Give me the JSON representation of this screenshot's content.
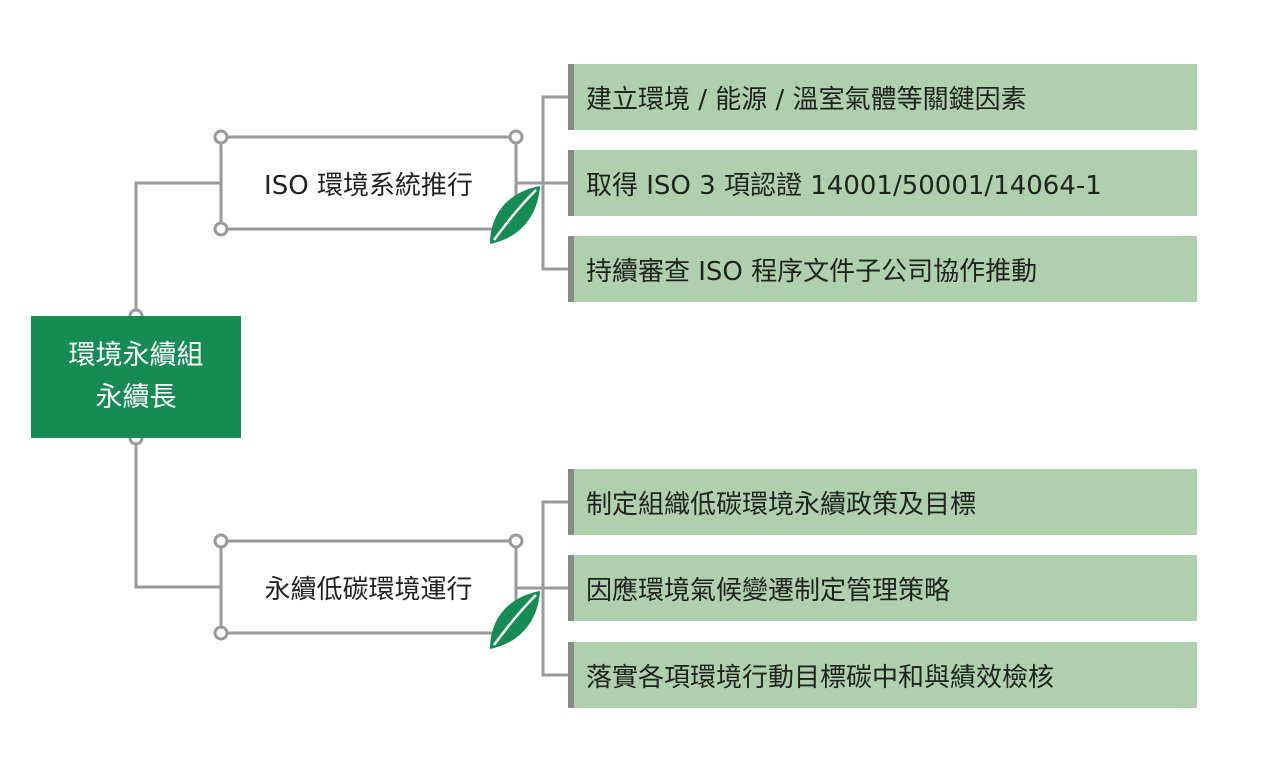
{
  "root": {
    "line1": "環境永續組",
    "line2": "永續長"
  },
  "branches": [
    {
      "label": "ISO 環境系統推行",
      "items": [
        "建立環境 / 能源 / 溫室氣體等關鍵因素",
        "取得 ISO 3 項認證 14001/50001/14064-1",
        "持續審查 ISO 程序文件子公司協作推動"
      ]
    },
    {
      "label": "永續低碳環境運行",
      "items": [
        "制定組織低碳環境永續政策及目標",
        "因應環境氣候變遷制定管理策略",
        "落實各項環境行動目標碳中和與績效檢核"
      ]
    }
  ],
  "colors": {
    "root_fill": "#168b54",
    "item_fill": "#afd0ad",
    "item_accent": "#888888",
    "connector": "#9a9a9a",
    "leaf": "#168b54"
  },
  "icons": {
    "branch_marker": "leaf-icon",
    "handle": "circle-handle"
  }
}
